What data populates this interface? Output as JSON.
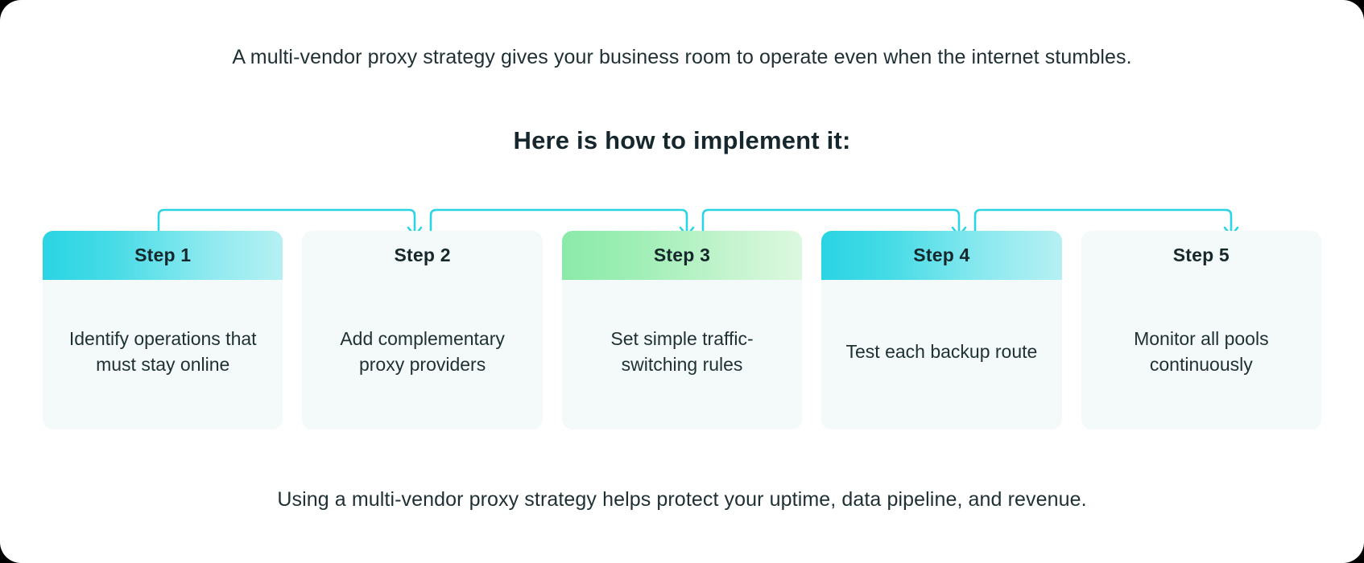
{
  "intro": "A multi-vendor proxy strategy gives your business room to operate even when the internet stumbles.",
  "heading": "Here is how to implement it:",
  "caption": "Using a multi-vendor proxy strategy helps protect your uptime, data pipeline, and revenue.",
  "colors": {
    "background": "#ffffff",
    "page_surround": "#000000",
    "text": "#1f3034",
    "heading_text": "#16282d",
    "card_body_bg": "#f4faf9",
    "connector": "#2ad4e3",
    "cyan_start": "#2ad4e3",
    "cyan_end": "#b5f0f3",
    "orange_start": "#f9a45c",
    "orange_end": "#fde0c8",
    "green_start": "#8aeaa8",
    "green_end": "#dcf8df"
  },
  "steps": [
    {
      "label": "Step 1",
      "text": "Identify operations that must stay online",
      "accent": "cyan"
    },
    {
      "label": "Step 2",
      "text": "Add complementary proxy providers",
      "accent": "orange"
    },
    {
      "label": "Step 3",
      "text": "Set simple traffic-switching rules",
      "accent": "green"
    },
    {
      "label": "Step 4",
      "text": "Test each backup route",
      "accent": "cyan"
    },
    {
      "label": "Step 5",
      "text": "Monitor all pools continuously",
      "accent": "orange"
    }
  ],
  "connectors": [
    {
      "name": "connector-step1-to-step2",
      "from": "Step 1",
      "to": "Step 2"
    },
    {
      "name": "connector-step2-to-step3",
      "from": "Step 2",
      "to": "Step 3"
    },
    {
      "name": "connector-step3-to-step4",
      "from": "Step 3",
      "to": "Step 4"
    },
    {
      "name": "connector-step4-to-step5",
      "from": "Step 4",
      "to": "Step 5"
    }
  ]
}
